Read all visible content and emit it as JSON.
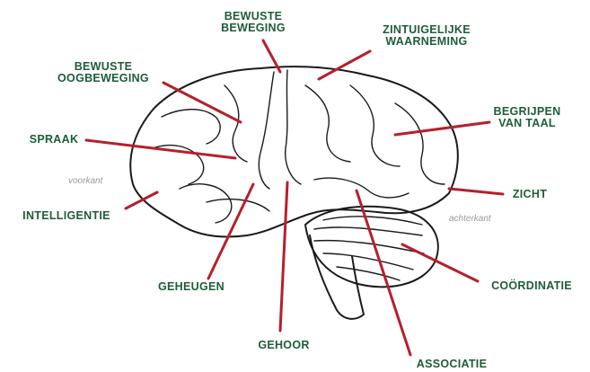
{
  "diagram": {
    "labels": {
      "bewuste_beweging": [
        "BEWUSTE",
        "BEWEGING"
      ],
      "zintuigelijke_waarneming": [
        "ZINTUIGELIJKE",
        "WAARNEMING"
      ],
      "bewuste_oogbeweging": [
        "BEWUSTE",
        "OOGBEWEGING"
      ],
      "begrijpen_van_taal": [
        "BEGRIJPEN",
        "VAN TAAL"
      ],
      "spraak": "SPRAAK",
      "zicht": "ZICHT",
      "intelligentie": "INTELLIGENTIE",
      "geheugen": "GEHEUGEN",
      "coordinatie": "COÖRDINATIE",
      "gehoor": "GEHOOR",
      "associatie": "ASSOCIATIE"
    },
    "orientation": {
      "front": "voorkant",
      "back": "achterkant"
    },
    "colors": {
      "label_text": "#1e5c3a",
      "pointer_line": "#b5202c",
      "brain_outline": "#1a1a1a"
    }
  }
}
